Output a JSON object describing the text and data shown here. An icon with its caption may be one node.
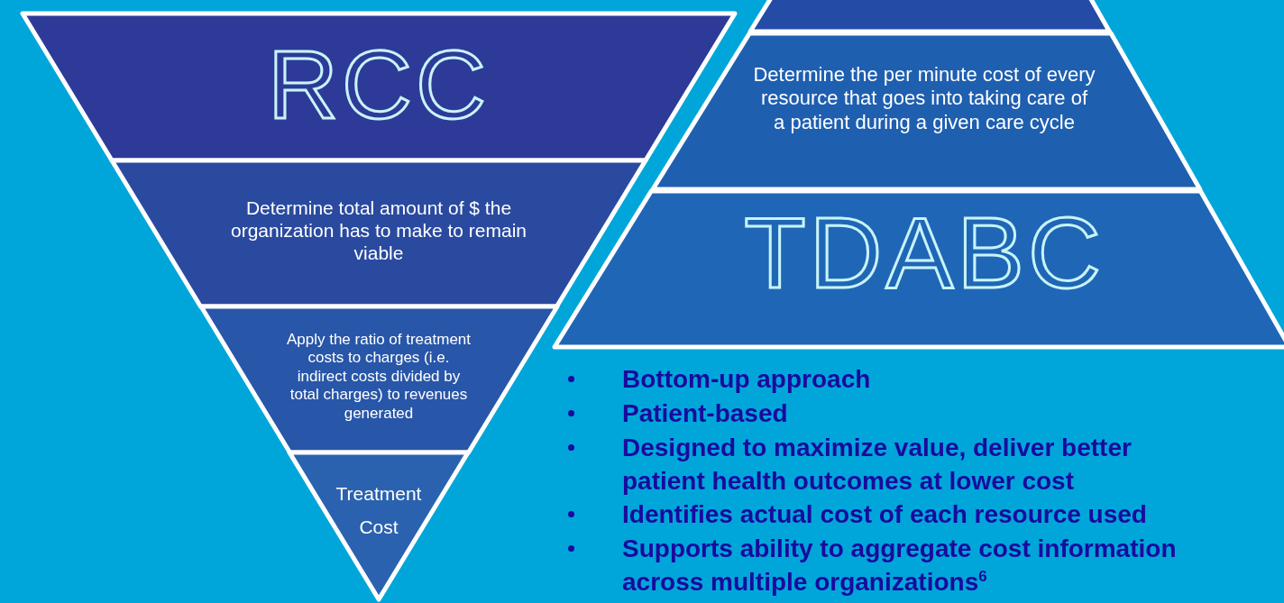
{
  "diagram": {
    "nodes": [
      {
        "text": [
          "RCC"
        ]
      },
      {
        "text": [
          "Determine total amount of $ the organization has to make to remain viable"
        ]
      },
      {
        "text": [
          "Apply the ratio of treatment costs to charges (i.e. indirect costs divided by total charges) to revenues generated"
        ]
      },
      {
        "text": [
          "Treatment Cost"
        ]
      },
      {
        "text": [],
        "shape": "band"
      },
      {
        "text": [
          "Determine the per minute cost of every resource that goes into taking care of a patient during a given care cycle"
        ]
      },
      {
        "text": [
          "TDABC"
        ]
      }
    ],
    "labels": [
      "Bottom-up approach",
      "Patient-based",
      "Designed to maximize value, deliver better patient health outcomes at lower cost",
      "Identifies actual cost of each resource used",
      "Supports ability to aggregate cost information across multiple organizations$^{6}$"
    ]
  }
}
